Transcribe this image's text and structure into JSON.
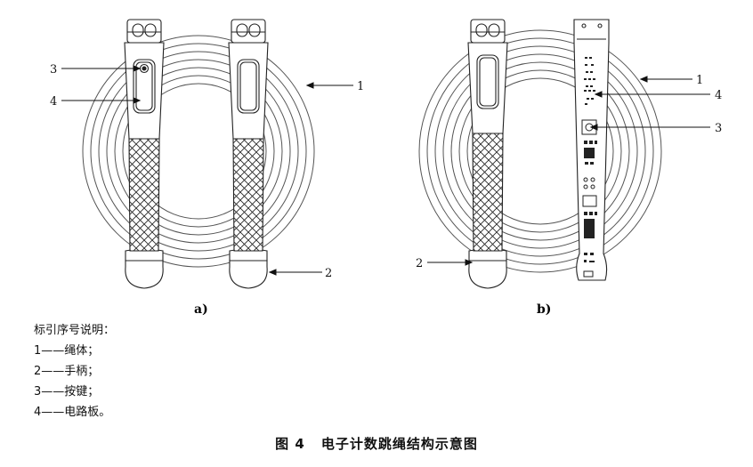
{
  "figure": {
    "callouts_a": {
      "c1": "1",
      "c2": "2",
      "c3": "3",
      "c4": "4"
    },
    "callouts_b": {
      "c1": "1",
      "c2": "2",
      "c3": "3",
      "c4": "4"
    },
    "panel_a_label": "a)",
    "panel_b_label": "b)"
  },
  "legend": {
    "title": "标引序号说明：",
    "items": [
      {
        "num": "1",
        "dash": "——",
        "text": "绳体；"
      },
      {
        "num": "2",
        "dash": "——",
        "text": "手柄；"
      },
      {
        "num": "3",
        "dash": "——",
        "text": "按键；"
      },
      {
        "num": "4",
        "dash": "——",
        "text": "电路板。"
      }
    ]
  },
  "caption": {
    "number": "图 4",
    "title": "电子计数跳绳结构示意图"
  }
}
